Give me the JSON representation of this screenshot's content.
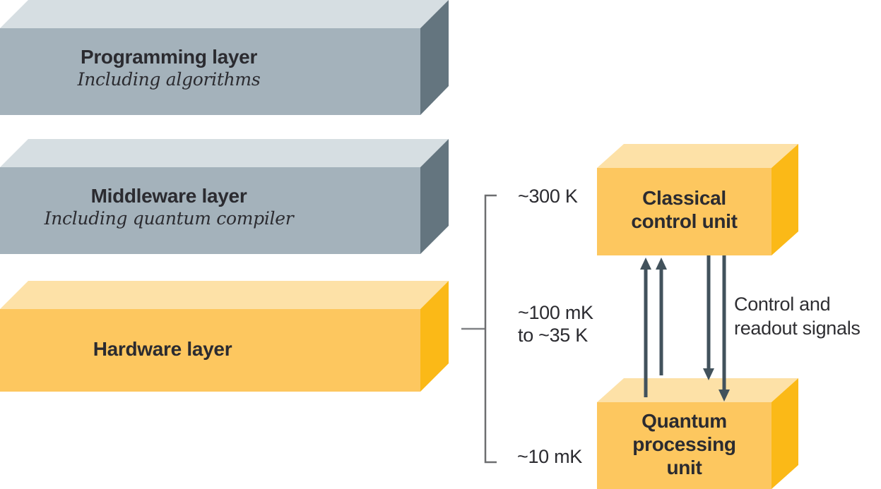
{
  "colors": {
    "slab_gray_top": "#d6dee2",
    "slab_gray_front": "#a4b2bb",
    "slab_gray_side": "#64757f",
    "slab_yellow_top": "#fde1a7",
    "slab_yellow_front": "#fdc75f",
    "slab_yellow_side": "#fbb917",
    "arrow": "#42525c",
    "bracket": "#6d6e70",
    "connector": "#808285",
    "text_dark": "#2b2b30"
  },
  "layers": [
    {
      "title": "Programming layer",
      "subtitle": "Including algorithms"
    },
    {
      "title": "Middleware layer",
      "subtitle": "Including quantum compiler"
    },
    {
      "title": "Hardware layer"
    }
  ],
  "units": {
    "classical": {
      "line1": "Classical",
      "line2": "control unit"
    },
    "quantum": {
      "line1": "Quantum",
      "line2": "processing",
      "line3": "unit"
    }
  },
  "temperatures": {
    "ambient": "~300 K",
    "range_line1": "~100 mK",
    "range_line2": "to ~35 K",
    "base": "~10 mK"
  },
  "signals": {
    "line1": "Control and",
    "line2": "readout signals"
  }
}
